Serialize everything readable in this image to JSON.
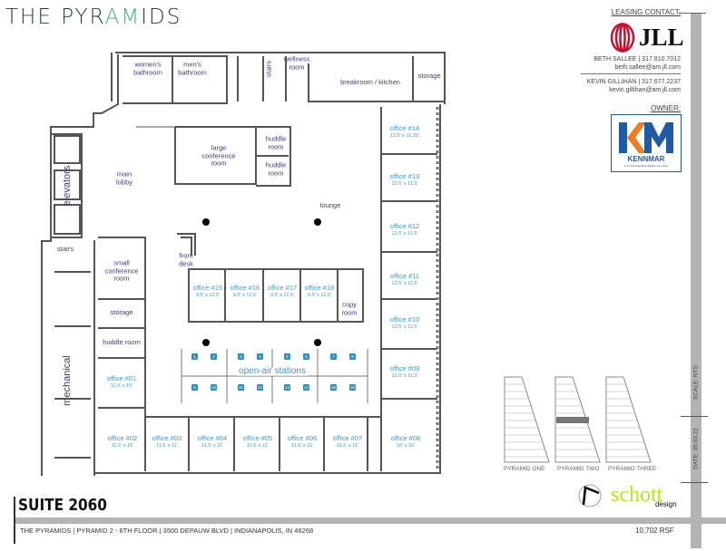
{
  "brand": {
    "title_pre": "THE PYR",
    "title_accent": "AM",
    "title_post": "IDS",
    "accent_color": "#3cb878"
  },
  "leasing": {
    "header": "LEASING CONTACT:",
    "company": "JLL",
    "contacts": [
      {
        "line": "BETH SALLEE | 317.810.7012",
        "email": "beth.sallee@am.jll.com"
      },
      {
        "line": "KEVIN GILLIHAN | 317.677.2237",
        "email": "kevin.gillihan@am.jll.com"
      }
    ]
  },
  "owner": {
    "header": "OWNER:",
    "company": "KENNMAR",
    "tagline": "A Commercial Real Estate Company",
    "brand_blue": "#1f5aa6",
    "brand_orange": "#f07c22"
  },
  "rooms": {
    "womens": "women's bathroom",
    "mens": "men's bathroom",
    "stairs_top": "stairs",
    "wellness": "wellness room",
    "breakroom": "breakroom / kitchen",
    "storage_top": "storage",
    "main_lobby": "main lobby",
    "large_conf": "large conference room",
    "huddle1": "huddle room",
    "huddle2": "huddle room",
    "lounge": "lounge",
    "elevators": "elevators",
    "stairs_left": "stairs",
    "small_conf": "small conference room",
    "storage_left": "storage",
    "huddle3": "huddle room",
    "mechanical": "mechanical",
    "front_desk": "front desk",
    "copy": "copy room",
    "open_air": "open-air stations"
  },
  "offices": {
    "o01": {
      "name": "office #01",
      "size": "11.5' x 10'"
    },
    "o02": {
      "name": "office #02",
      "size": "11.5' x 15'"
    },
    "o03": {
      "name": "office #03",
      "size": "11.5' x 11'"
    },
    "o04": {
      "name": "office #04",
      "size": "11.5' x 11'"
    },
    "o05": {
      "name": "office #05",
      "size": "11.5' x 11'"
    },
    "o06": {
      "name": "office #06",
      "size": "11.5' x 11'"
    },
    "o07": {
      "name": "office #07",
      "size": "11.5' x 11'"
    },
    "o08": {
      "name": "office #08",
      "size": "16' x 16'"
    },
    "o09": {
      "name": "office #09",
      "size": "12.5' x 11.5'"
    },
    "o10": {
      "name": "office #10",
      "size": "12.5' x 11.5'"
    },
    "o11": {
      "name": "office #11",
      "size": "12.5' x 11.5'"
    },
    "o12": {
      "name": "office #12",
      "size": "12.5' x 11.5'"
    },
    "o13": {
      "name": "office #13",
      "size": "12.5' x 11.5'"
    },
    "o14": {
      "name": "office #14",
      "size": "12.5' x 11.25'"
    },
    "o15": {
      "name": "office #15",
      "size": "9.5' x 12.5'"
    },
    "o16": {
      "name": "office #16",
      "size": "9.5' x 12.5'"
    },
    "o17": {
      "name": "office #17",
      "size": "9.5' x 12.5'"
    },
    "o18": {
      "name": "office #18",
      "size": "9.5' x 12.5'"
    }
  },
  "stations": [
    "1",
    "2",
    "3",
    "4",
    "5",
    "6",
    "7",
    "8",
    "9",
    "10",
    "11",
    "12",
    "13",
    "14",
    "15",
    "16"
  ],
  "keyplan": {
    "labels": [
      "PYRAMID ONE",
      "PYRAMID TWO",
      "PYRAMID THREE"
    ],
    "highlight": "PYRAMID TWO"
  },
  "side": {
    "scale": "SCALE: NTS",
    "date": "DATE: 05.03.22"
  },
  "footer": {
    "suite": "SUITE 2060",
    "address": "THE PYRAMIDS | PYRAMID 2 - 6TH FLOOR | 3500 DEPAUW BLVD | INDIANAPOLIS, IN 46268",
    "rsf": "10,702 RSF",
    "designer": "schott",
    "designer_sub": "design",
    "designer_color": "#b5e61d"
  }
}
